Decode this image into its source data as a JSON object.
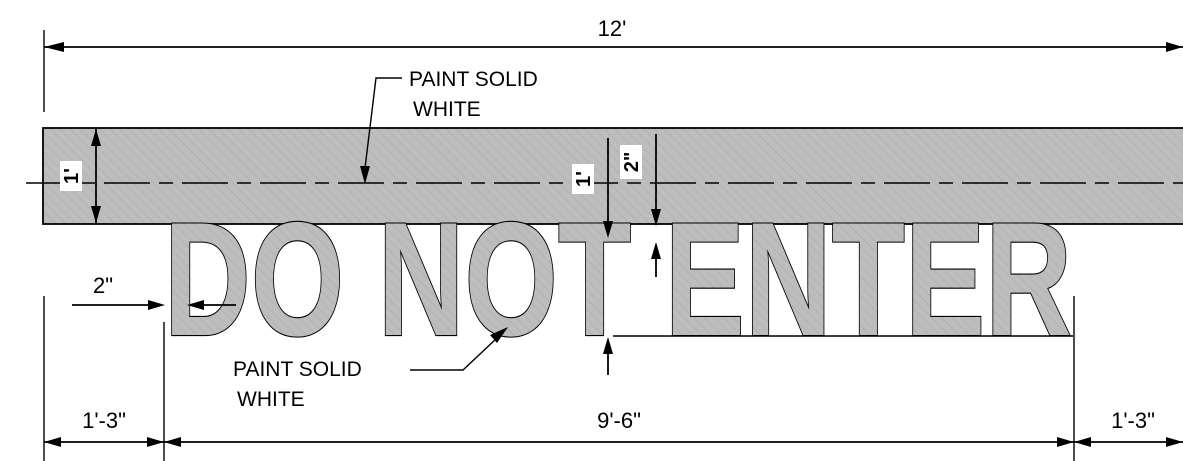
{
  "colors": {
    "paint_fill": "#bdbdbd",
    "line": "#000000",
    "background": "#ffffff"
  },
  "overall_width": "12'",
  "stripe": {
    "note_line1": "PAINT SOLID",
    "note_line2": "WHITE",
    "height_label": "1'"
  },
  "legend_text": "DO NOT ENTER",
  "letters": {
    "note_line1": "PAINT SOLID",
    "note_line2": "WHITE",
    "gap_label": "1'",
    "height_tick_label": "2\"",
    "stroke_label": "2\""
  },
  "bottom_dims": {
    "left": "1'-3\"",
    "center": "9'-6\"",
    "right": "1'-3\""
  }
}
